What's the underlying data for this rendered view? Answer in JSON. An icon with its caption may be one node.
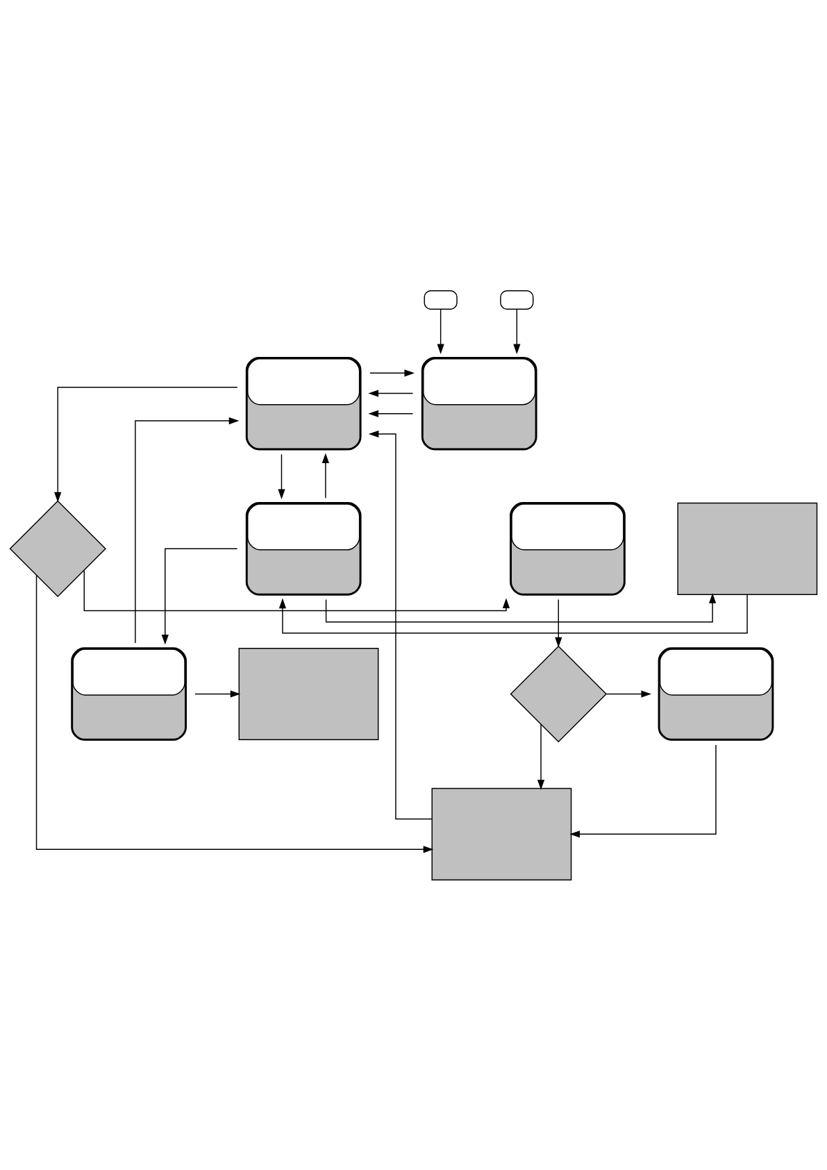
{
  "diagram": {
    "nodes": [
      {
        "text": [],
        "shape": "display"
      },
      {
        "text": [],
        "shape": "display"
      },
      {
        "text": [],
        "shape": "display"
      },
      {
        "text": [],
        "shape": "box"
      },
      {
        "text": [],
        "shape": "display"
      },
      {
        "text": [],
        "shape": "box"
      },
      {
        "text": [],
        "shape": "diamond"
      },
      {
        "text": [],
        "shape": "display"
      },
      {
        "text": [],
        "shape": "button"
      },
      {
        "text": [],
        "shape": "button"
      },
      {
        "text": [],
        "shape": "diamond"
      },
      {
        "text": [],
        "shape": "display"
      },
      {
        "text": [],
        "shape": "box"
      }
    ],
    "edges": [
      {
        "from": 2,
        "to": 0,
        "arrow": "to"
      },
      {
        "from": 4,
        "to": 0,
        "arrow": "to"
      },
      {
        "from": 0,
        "to": 2,
        "arrow": "to"
      },
      {
        "from": 2,
        "to": 3,
        "arrow": "to"
      },
      {
        "from": 3,
        "to": 2,
        "arrow": "to"
      },
      {
        "from": 2,
        "to": 4,
        "arrow": "to"
      },
      {
        "from": 4,
        "to": 5,
        "arrow": "to"
      },
      {
        "from": 0,
        "to": 1,
        "arrow": "to"
      },
      {
        "from": 1,
        "to": 0,
        "arrow": "to"
      },
      {
        "from": 1,
        "to": 0,
        "arrow": "to"
      },
      {
        "from": 8,
        "to": 1,
        "arrow": "to"
      },
      {
        "from": 9,
        "to": 1,
        "arrow": "to"
      },
      {
        "from": 0,
        "to": 6,
        "arrow": "to"
      },
      {
        "from": 6,
        "to": 7,
        "arrow": "to"
      },
      {
        "from": 6,
        "to": 12,
        "arrow": "to"
      },
      {
        "from": 7,
        "to": 10,
        "arrow": "to"
      },
      {
        "from": 10,
        "to": 11,
        "arrow": "to"
      },
      {
        "from": 10,
        "to": 12,
        "arrow": "to"
      },
      {
        "from": 11,
        "to": 12,
        "arrow": "to"
      },
      {
        "from": 12,
        "to": 0,
        "arrow": "to"
      }
    ]
  }
}
